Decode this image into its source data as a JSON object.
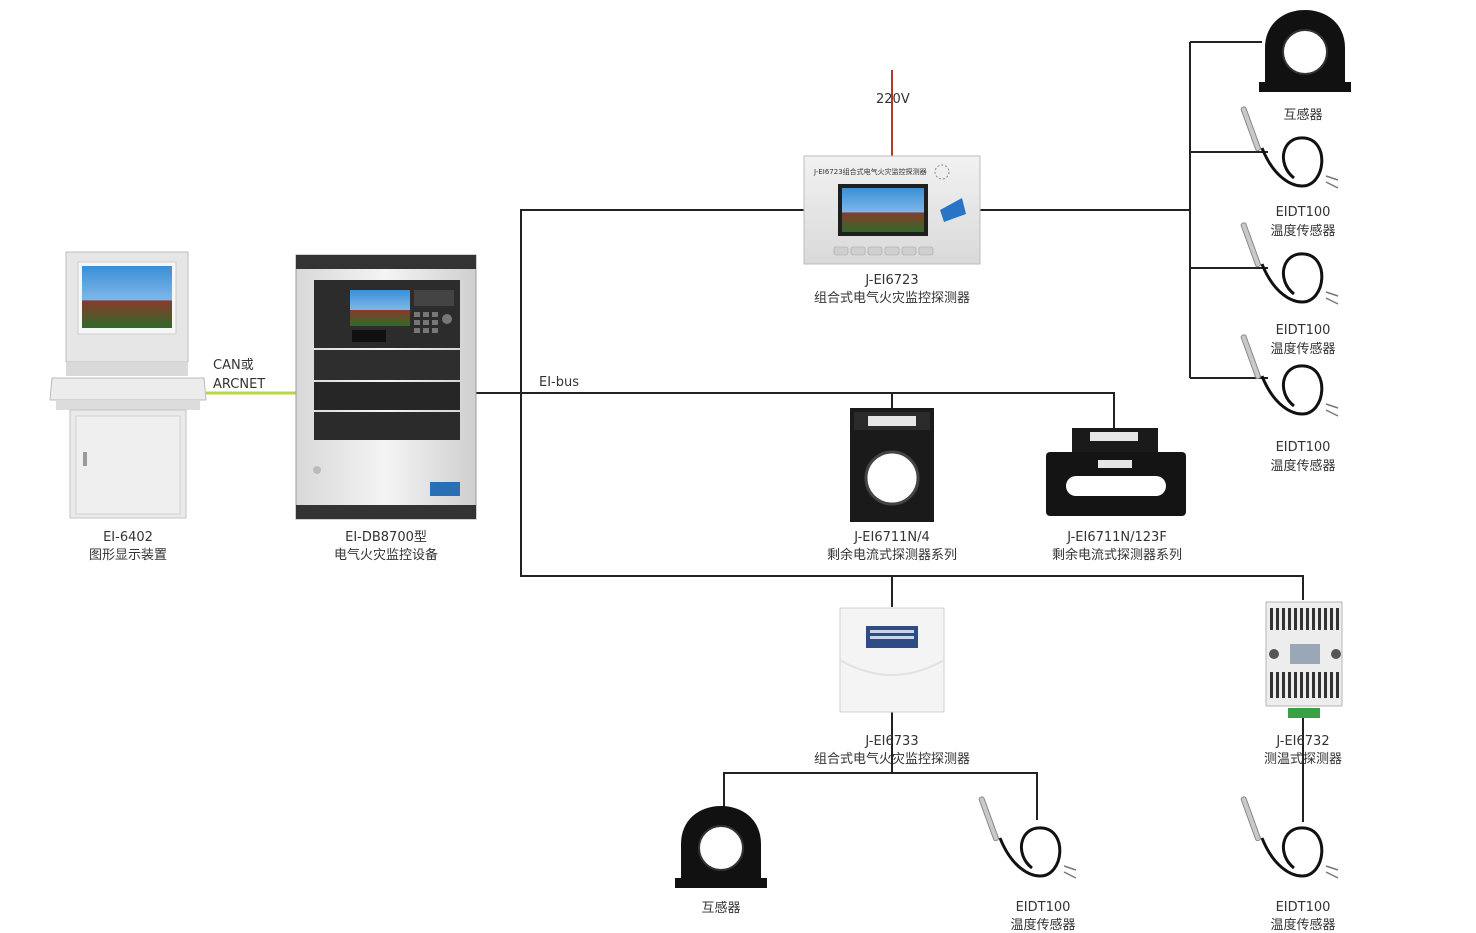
{
  "power_label": "220V",
  "link_label_line1": "CAN或",
  "link_label_line2": "ARCNET",
  "bus_label": "EI-bus",
  "colors": {
    "power_wire": "#b23a2a",
    "can_wire": "#b8d64a",
    "bus_wire": "#222222"
  },
  "devices": {
    "graphic_display": {
      "model": "EI-6402",
      "name": "图形显示装置"
    },
    "monitor_host": {
      "model": "EI-DB8700型",
      "name": "电气火灾监控设备"
    },
    "detector_6723": {
      "model": "J-EI6723",
      "name": "组合式电气火灾监控探测器",
      "panel_title": "J-EI6723组合式电气火灾监控探测器"
    },
    "residual_4": {
      "model": "J-EI6711N/4",
      "name": "剩余电流式探测器系列"
    },
    "residual_123f": {
      "model": "J-EI6711N/123F",
      "name": "剩余电流式探测器系列"
    },
    "detector_6733": {
      "model": "J-EI6733",
      "name": "组合式电气火灾监控探测器"
    },
    "detector_6732": {
      "model": "J-EI6732",
      "name": "测温式探测器"
    }
  },
  "sensors": {
    "ct_top": {
      "name": "互感器"
    },
    "temp_top_1": {
      "model": "EIDT100",
      "name": "温度传感器"
    },
    "temp_top_2": {
      "model": "EIDT100",
      "name": "温度传感器"
    },
    "temp_top_3": {
      "model": "EIDT100",
      "name": "温度传感器"
    },
    "ct_bottom": {
      "name": "互感器"
    },
    "temp_bottom_1": {
      "model": "EIDT100",
      "name": "温度传感器"
    },
    "temp_bottom_2": {
      "model": "EIDT100",
      "name": "温度传感器"
    }
  }
}
